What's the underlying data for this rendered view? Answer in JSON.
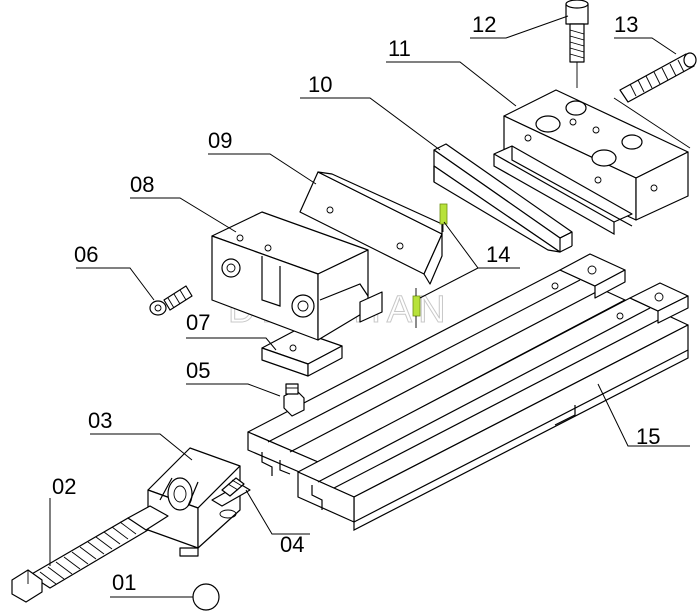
{
  "diagram": {
    "watermark": "DEHLHAN",
    "part_numbers": [
      "01",
      "02",
      "03",
      "04",
      "05",
      "06",
      "07",
      "08",
      "09",
      "10",
      "11",
      "12",
      "13",
      "14",
      "15"
    ]
  },
  "colors": {
    "line": "#000000",
    "background": "#ffffff",
    "pin_highlight": "#b7e23a",
    "watermark": "#c8c8c8"
  }
}
